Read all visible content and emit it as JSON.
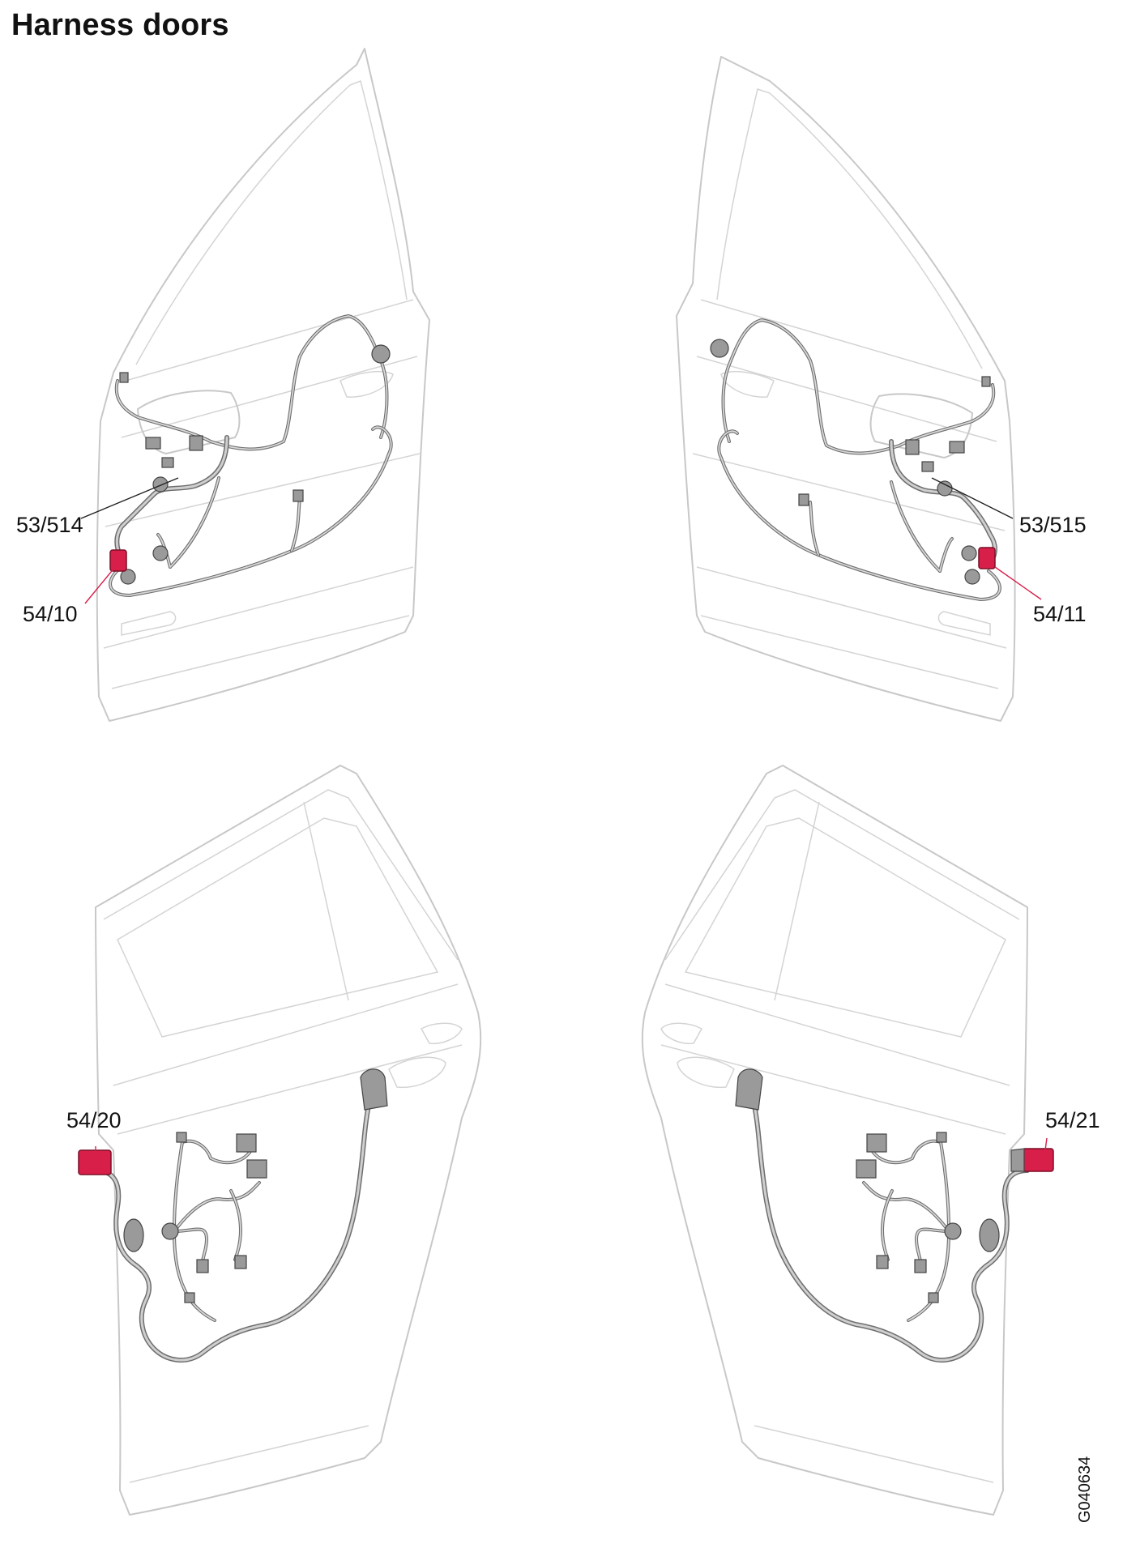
{
  "title": "Harness doors",
  "figure_code": "G040634",
  "labels": {
    "front_left_upper": "53/514",
    "front_left_lower": "54/10",
    "front_right_upper": "53/515",
    "front_right_lower": "54/11",
    "rear_left": "54/20",
    "rear_right": "54/21"
  },
  "colors": {
    "highlight": "#d81f4a",
    "door_outline": "#c8c8c8",
    "harness": "#6e6e6e"
  }
}
